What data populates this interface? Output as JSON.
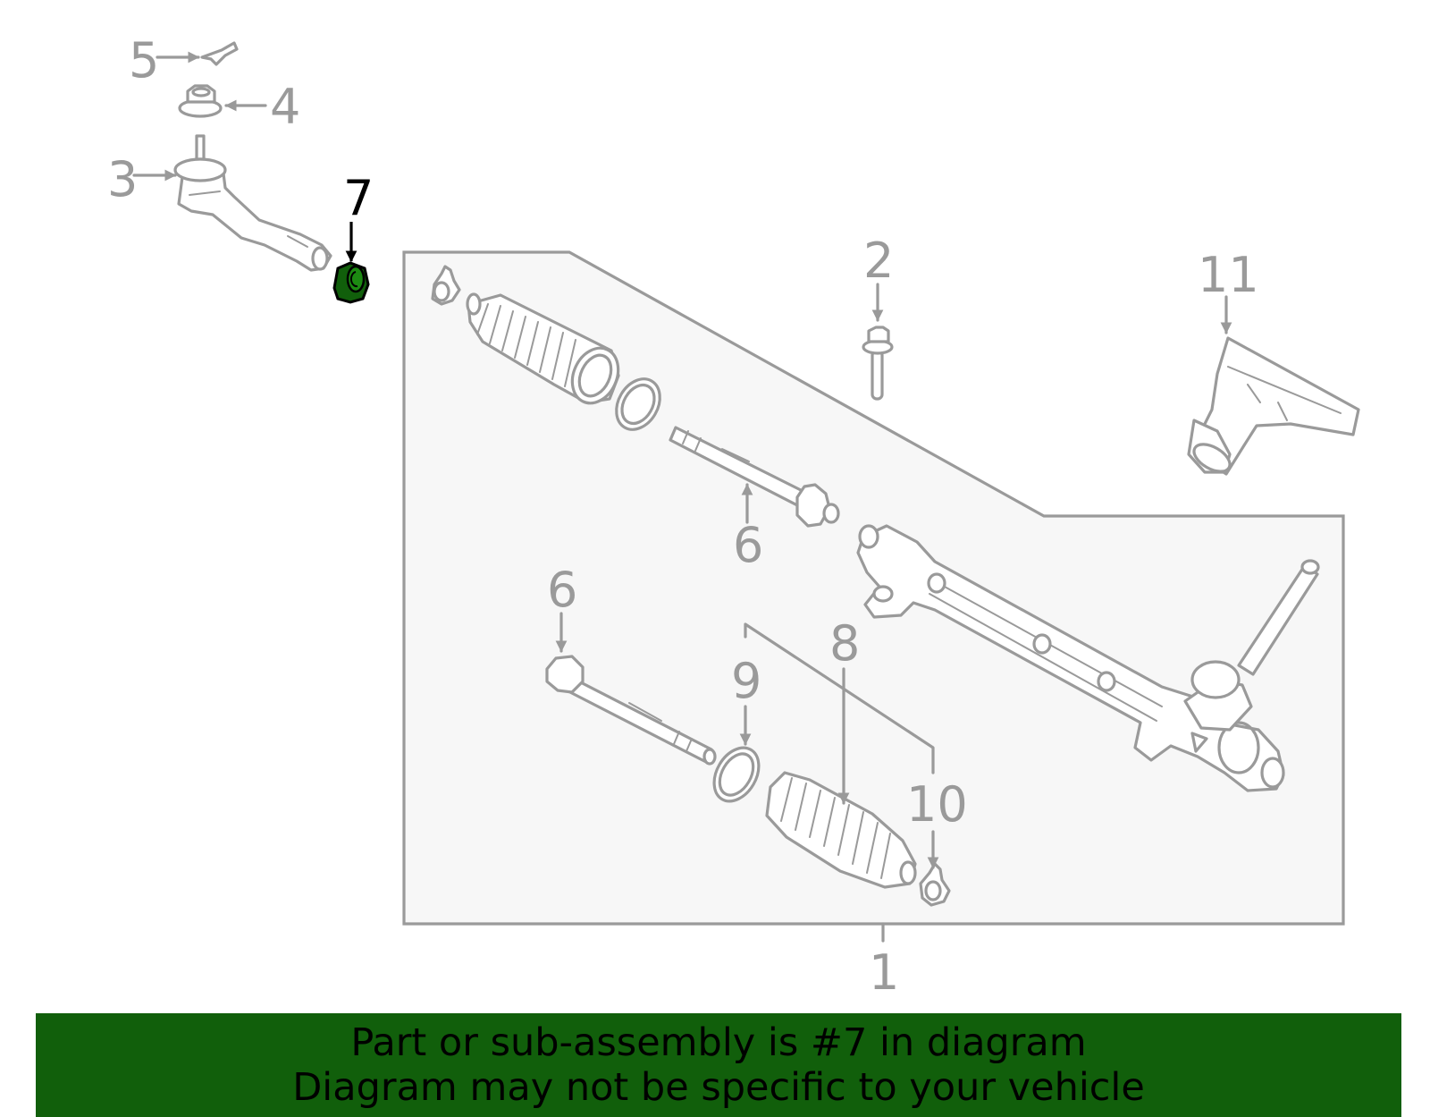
{
  "diagram": {
    "highlight_color": "#115f0b",
    "line_color": "#9a9a9a",
    "callouts": [
      {
        "id": "1",
        "text": "1",
        "highlighted": false
      },
      {
        "id": "2",
        "text": "2",
        "highlighted": false
      },
      {
        "id": "3",
        "text": "3",
        "highlighted": false
      },
      {
        "id": "4",
        "text": "4",
        "highlighted": false
      },
      {
        "id": "5",
        "text": "5",
        "highlighted": false
      },
      {
        "id": "6a",
        "text": "6",
        "highlighted": false
      },
      {
        "id": "6b",
        "text": "6",
        "highlighted": false
      },
      {
        "id": "7",
        "text": "7",
        "highlighted": true
      },
      {
        "id": "8",
        "text": "8",
        "highlighted": false
      },
      {
        "id": "9",
        "text": "9",
        "highlighted": false
      },
      {
        "id": "10",
        "text": "10",
        "highlighted": false
      },
      {
        "id": "11",
        "text": "11",
        "highlighted": false
      }
    ]
  },
  "banner": {
    "line1": "Part or sub-assembly is #7 in diagram",
    "line2": "Diagram may not be specific to your vehicle",
    "background": "#115f0b"
  }
}
